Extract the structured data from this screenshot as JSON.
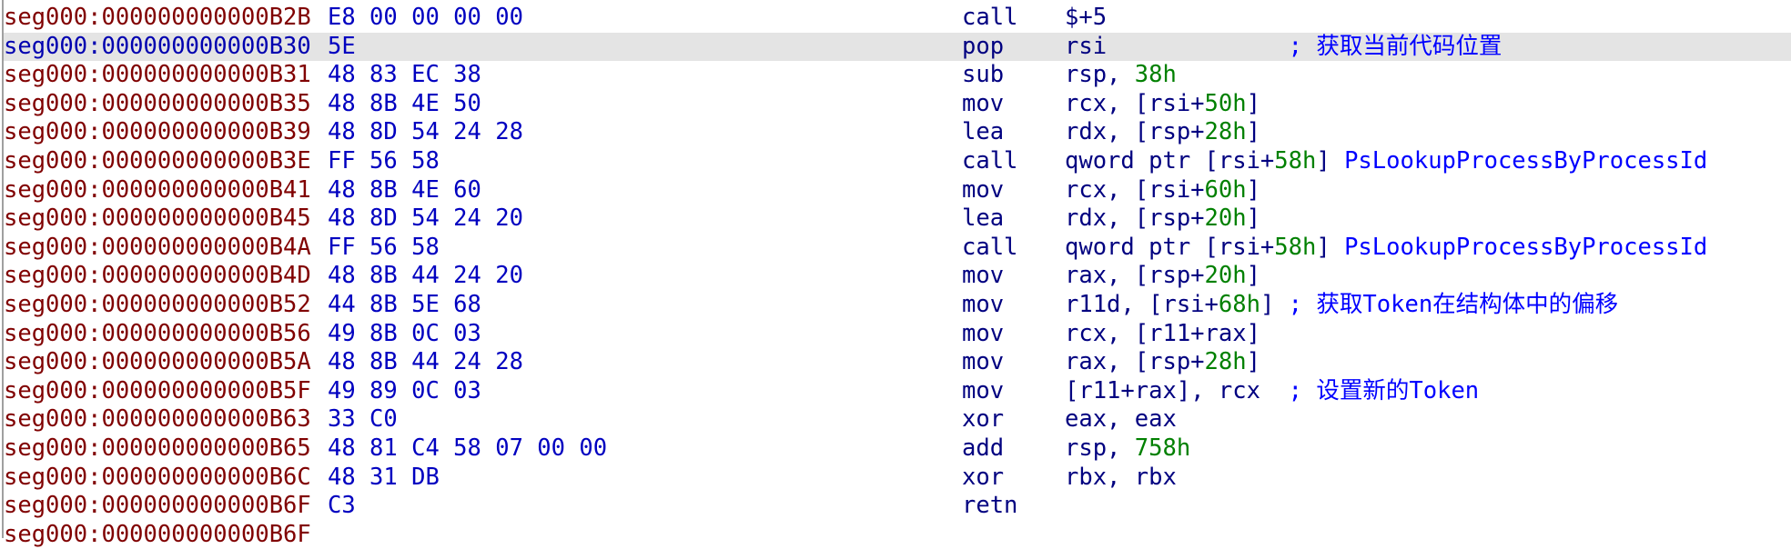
{
  "selected_index": 1,
  "colors": {
    "address": "#800000",
    "selected_address": "#0000b0",
    "bytes": "#0000c0",
    "mnemonic": "#000080",
    "number": "#008000",
    "comment": "#0000ff",
    "selection": "#e4e4e4"
  },
  "rows": [
    {
      "address": "seg000:000000000000B2B",
      "bytes": "E8 00 00 00 00",
      "mnemonic": "call",
      "operands": "$+5",
      "comment": ""
    },
    {
      "address": "seg000:000000000000B30",
      "bytes": "5E",
      "mnemonic": "pop",
      "operands": "rsi",
      "comment": "获取当前代码位置"
    },
    {
      "address": "seg000:000000000000B31",
      "bytes": "48 83 EC 38",
      "mnemonic": "sub",
      "operands": "rsp, 38h",
      "comment": ""
    },
    {
      "address": "seg000:000000000000B35",
      "bytes": "48 8B 4E 50",
      "mnemonic": "mov",
      "operands": "rcx, [rsi+50h]",
      "comment": ""
    },
    {
      "address": "seg000:000000000000B39",
      "bytes": "48 8D 54 24 28",
      "mnemonic": "lea",
      "operands": "rdx, [rsp+28h]",
      "comment": ""
    },
    {
      "address": "seg000:000000000000B3E",
      "bytes": "FF 56 58",
      "mnemonic": "call",
      "operands": "qword ptr [rsi+58h]",
      "comment": "PsLookupProcessByProcessId"
    },
    {
      "address": "seg000:000000000000B41",
      "bytes": "48 8B 4E 60",
      "mnemonic": "mov",
      "operands": "rcx, [rsi+60h]",
      "comment": ""
    },
    {
      "address": "seg000:000000000000B45",
      "bytes": "48 8D 54 24 20",
      "mnemonic": "lea",
      "operands": "rdx, [rsp+20h]",
      "comment": ""
    },
    {
      "address": "seg000:000000000000B4A",
      "bytes": "FF 56 58",
      "mnemonic": "call",
      "operands": "qword ptr [rsi+58h]",
      "comment": "PsLookupProcessByProcessId"
    },
    {
      "address": "seg000:000000000000B4D",
      "bytes": "48 8B 44 24 20",
      "mnemonic": "mov",
      "operands": "rax, [rsp+20h]",
      "comment": ""
    },
    {
      "address": "seg000:000000000000B52",
      "bytes": "44 8B 5E 68",
      "mnemonic": "mov",
      "operands": "r11d, [rsi+68h]",
      "comment": "获取Token在结构体中的偏移"
    },
    {
      "address": "seg000:000000000000B56",
      "bytes": "49 8B 0C 03",
      "mnemonic": "mov",
      "operands": "rcx, [r11+rax]",
      "comment": ""
    },
    {
      "address": "seg000:000000000000B5A",
      "bytes": "48 8B 44 24 28",
      "mnemonic": "mov",
      "operands": "rax, [rsp+28h]",
      "comment": ""
    },
    {
      "address": "seg000:000000000000B5F",
      "bytes": "49 89 0C 03",
      "mnemonic": "mov",
      "operands": "[r11+rax], rcx",
      "comment": "设置新的Token"
    },
    {
      "address": "seg000:000000000000B63",
      "bytes": "33 C0",
      "mnemonic": "xor",
      "operands": "eax, eax",
      "comment": ""
    },
    {
      "address": "seg000:000000000000B65",
      "bytes": "48 81 C4 58 07 00 00",
      "mnemonic": "add",
      "operands": "rsp, 758h",
      "comment": ""
    },
    {
      "address": "seg000:000000000000B6C",
      "bytes": "48 31 DB",
      "mnemonic": "xor",
      "operands": "rbx, rbx",
      "comment": ""
    },
    {
      "address": "seg000:000000000000B6F",
      "bytes": "C3",
      "mnemonic": "retn",
      "operands": "",
      "comment": ""
    },
    {
      "address": "seg000:000000000000B6F",
      "bytes": "",
      "mnemonic": "",
      "operands": "",
      "comment": ""
    }
  ]
}
